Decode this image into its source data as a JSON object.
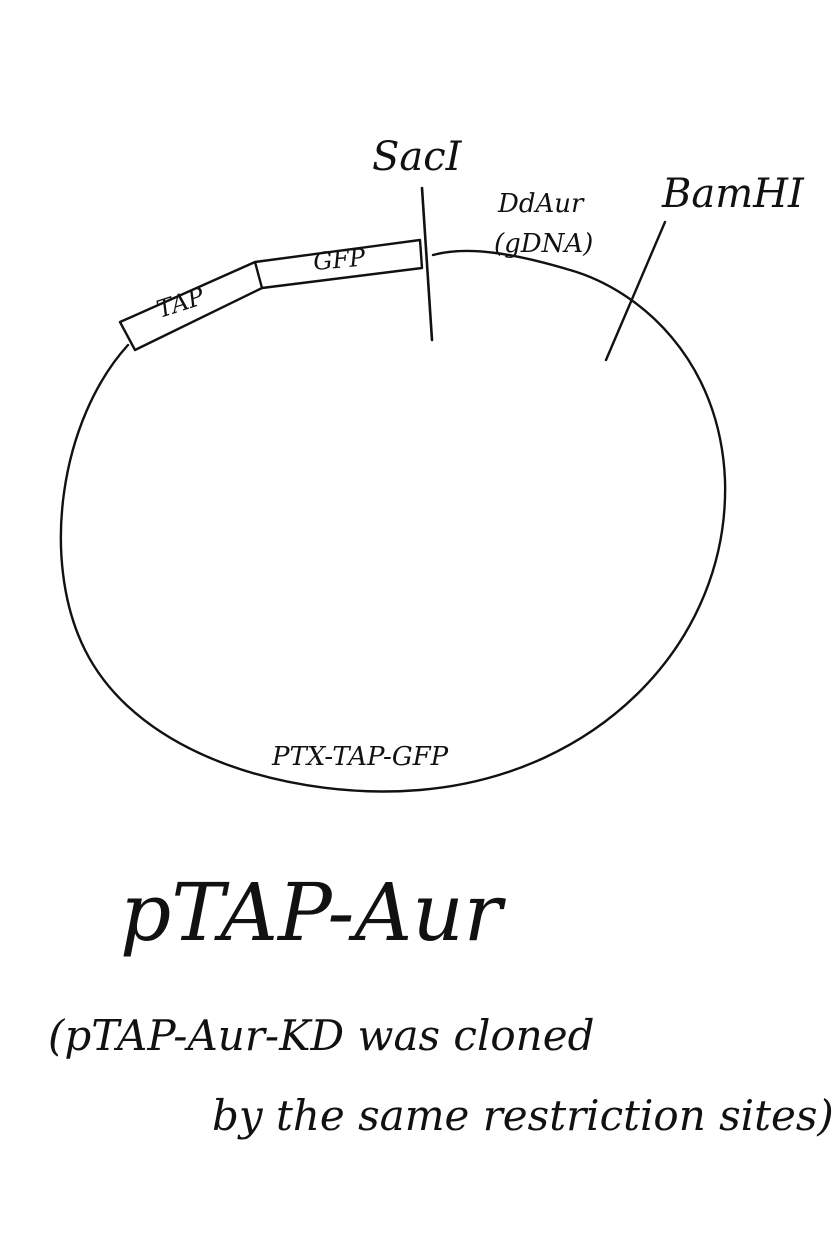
{
  "diagram": {
    "plasmid_name": "PTX-TAP-GFP",
    "sites": {
      "saci": "SacI",
      "bamhi": "BamHI"
    },
    "features": {
      "tap": "TAP",
      "gfp": "GFP",
      "insert_line1": "DdAur",
      "insert_line2": "(gDNA)"
    },
    "title": "pTAP-Aur",
    "caption_line1": "(pTAP-Aur-KD was cloned",
    "caption_line2": "by the same restriction sites)"
  }
}
